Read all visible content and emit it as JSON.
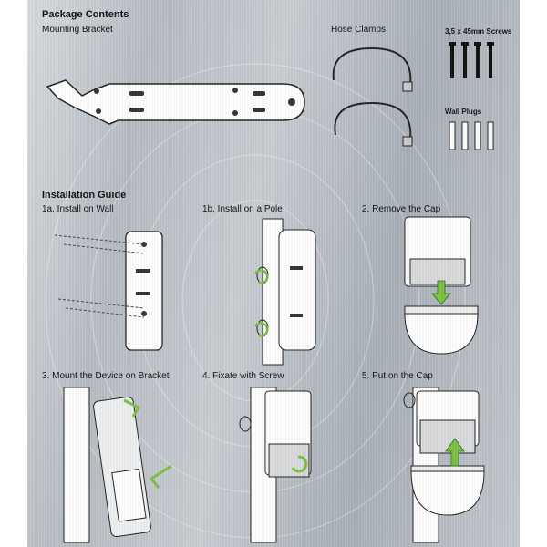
{
  "package": {
    "title": "Package Contents",
    "mounting_bracket": "Mounting Bracket",
    "hose_clamps": "Hose Clamps",
    "screws": "3,5 x 45mm Screws",
    "wall_plugs": "Wall Plugs"
  },
  "guide": {
    "title": "Installation Guide",
    "steps": [
      {
        "label": "1a. Install on Wall"
      },
      {
        "label": "1b. Install on a Pole"
      },
      {
        "label": "2. Remove the Cap"
      },
      {
        "label": "3. Mount the Device on Bracket"
      },
      {
        "label": "4. Fixate with Screw"
      },
      {
        "label": "5. Put on the Cap"
      }
    ]
  },
  "colors": {
    "accent_arrow": "#7bc142",
    "background": "#c0c5ca",
    "ink": "#111111"
  }
}
